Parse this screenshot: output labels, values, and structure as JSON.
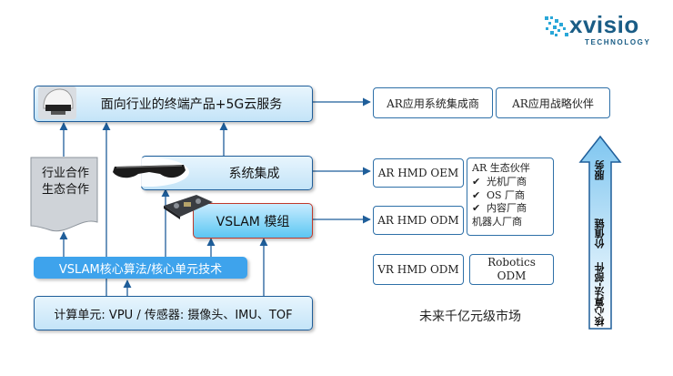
{
  "logo": {
    "name": "xvisio",
    "sub": "TECHNOLOGY"
  },
  "boxes": {
    "top": "面向行业的终端产品+5G云服务",
    "system": "系统集成",
    "vslam_module": "VSLAM 模组",
    "algorithm": "VSLAM核心算法/核心单元技术",
    "compute": "计算单元: VPU / 传感器: 摄像头、IMU、TOF",
    "industry": "行业合作\n生态合作"
  },
  "right": {
    "ar_app_integrator": "AR应用系统集成商",
    "ar_app_partner": "AR应用战略伙伴",
    "ar_hmd_oem": "AR HMD OEM",
    "ar_hmd_odm": "AR HMD ODM",
    "vr_hmd_odm": "VR HMD ODM",
    "robotics_odm": "Robotics\nODM",
    "eco_title": "AR 生态伙伴",
    "eco_items": [
      "光机厂商",
      "OS 厂商",
      "内容厂商"
    ],
    "eco_last": "机器人厂商",
    "market": "未来千亿元级市场"
  },
  "value_chain": {
    "bottom": "核心算法-部件",
    "middle": "价值链",
    "top": "服务"
  },
  "colors": {
    "blue": "#1f5e9a",
    "solid": "#3ea3ec",
    "red": "#c0392b"
  }
}
